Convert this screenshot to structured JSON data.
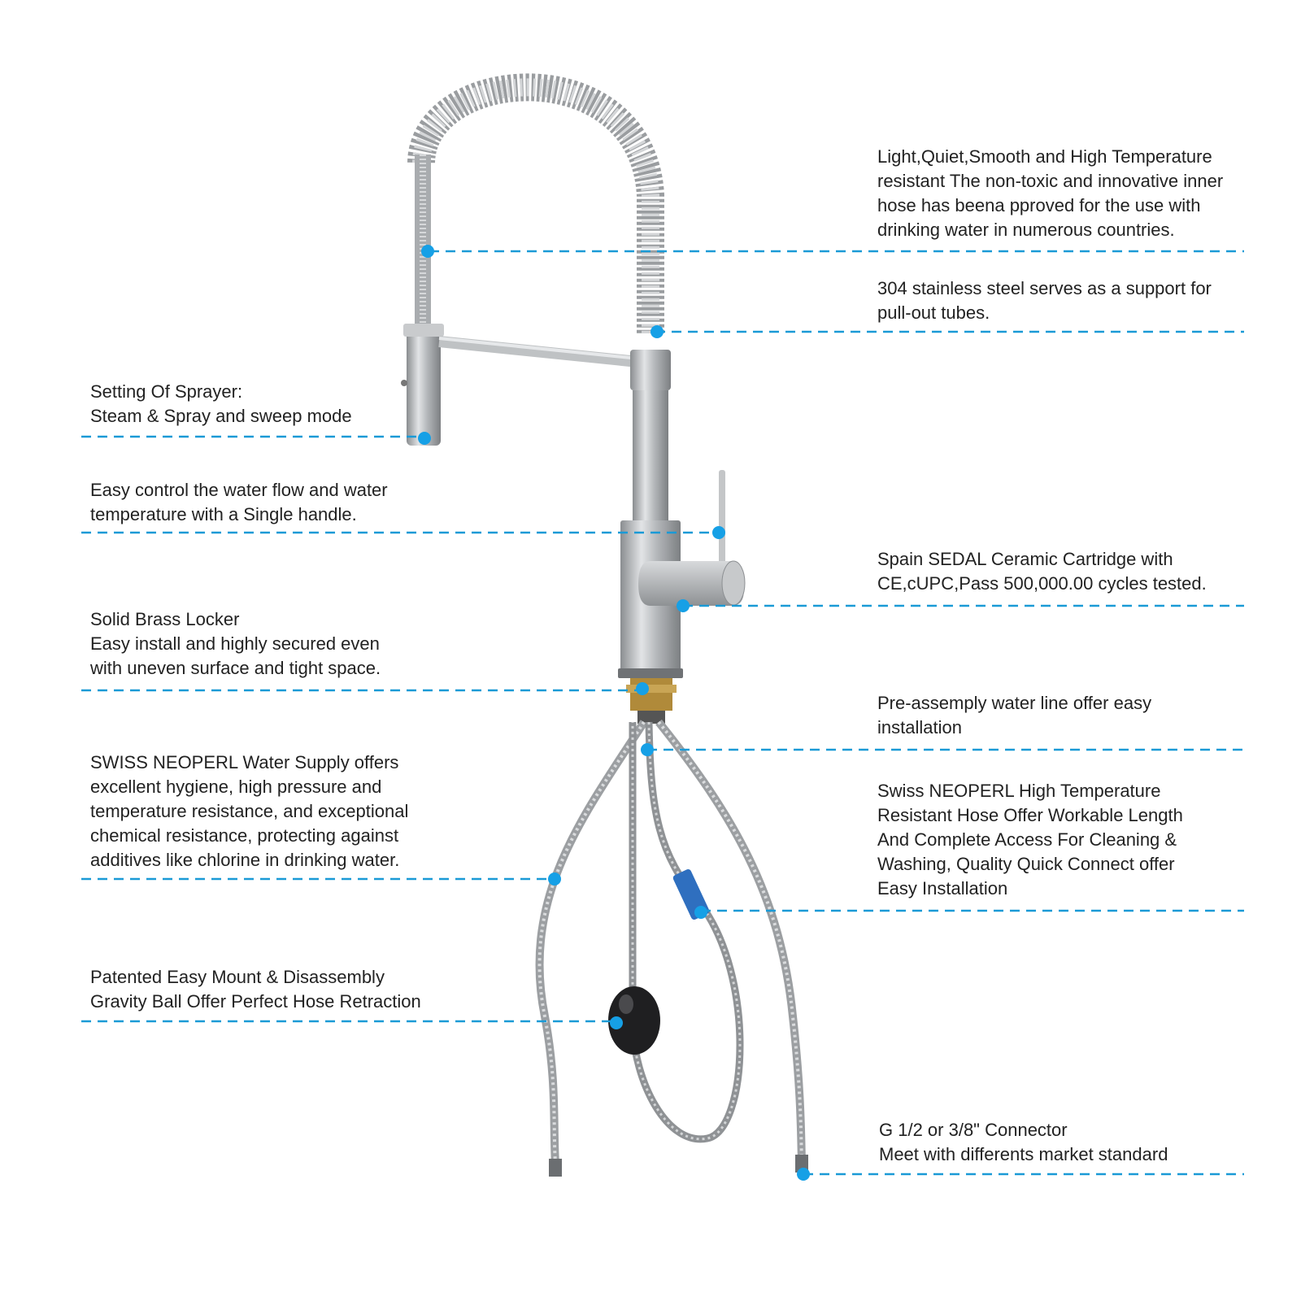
{
  "accent_color": "#16a0e6",
  "callouts": {
    "inner_hose": [
      "Light,Quiet,Smooth and High Temperature",
      "resistant The non-toxic and innovative inner",
      "hose has beena pproved for the use with",
      "drinking water in numerous countries."
    ],
    "stainless_support": [
      "304 stainless steel serves as a support for",
      "pull-out tubes."
    ],
    "sprayer": [
      "Setting Of Sprayer:",
      "Steam & Spray and sweep mode"
    ],
    "single_handle": [
      "Easy control the water flow and water",
      "temperature with a Single handle."
    ],
    "cartridge": [
      "Spain SEDAL Ceramic Cartridge with",
      "CE,cUPC,Pass 500,000.00 cycles tested."
    ],
    "brass_locker": [
      "Solid Brass Locker",
      "Easy install and highly secured even",
      "with uneven surface and tight space."
    ],
    "water_line": [
      "Pre-assemply water line offer easy",
      "installation"
    ],
    "water_supply": [
      "SWISS NEOPERL Water Supply offers",
      "excellent hygiene, high pressure and",
      "temperature resistance, and exceptional",
      "chemical resistance, protecting against",
      "additives like chlorine in drinking water."
    ],
    "hose": [
      "Swiss NEOPERL High Temperature",
      "Resistant Hose Offer Workable Length",
      "And Complete Access For Cleaning &",
      "Washing, Quality Quick Connect offer",
      "Easy Installation"
    ],
    "gravity_ball": [
      "Patented Easy Mount & Disassembly",
      "Gravity Ball Offer Perfect Hose Retraction"
    ],
    "connector": [
      "G 1/2 or 3/8\" Connector",
      "Meet with differents market standard"
    ]
  }
}
